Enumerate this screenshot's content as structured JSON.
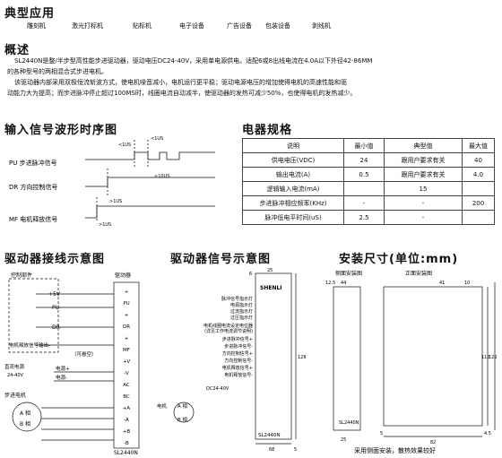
{
  "apps": {
    "title": "典型应用",
    "items": [
      "雕刻机",
      "激光打标机",
      "贴标机",
      "电子设备",
      "广告设备",
      "包装设备",
      "剥线机"
    ]
  },
  "overview": {
    "title": "概述",
    "lines": [
      "SL2440N是整/半步型高性能步进驱动器，驱动电压DC24-40V，采用单电源供电。适配6或8出线电流在4.0A以下外径42-86MM",
      "的各种型号的两相混合式步进电机。",
      "该驱动器内部采用双极恒流斩波方式，使电机噪音减小，电机运行更平稳；驱动电源电压的增加使得电机的高速性能和驱",
      "动能力大为提高；而步进脉冲停止超过100MS时，线圈电流自动减半，使驱动器的发热可减少50%，也使得电机的发热减少。"
    ]
  },
  "timing": {
    "title": "输入信号波形时序图",
    "pu_label": "PU 步进脉冲信号",
    "dr_label": "DR 方向控制信号",
    "mf_label": "MF 电机释放信号",
    "t1": "<1US",
    "t2": "<1US",
    "t3": "≥10US",
    "t4": ">1US",
    "t5": ">1US"
  },
  "spec": {
    "title": "电器规格",
    "headers": [
      "说明",
      "最小值",
      "典型值",
      "最大值"
    ],
    "rows": [
      [
        "供电电压(VDC)",
        "24",
        "跟用户要求有关",
        "40"
      ],
      [
        "输出电流(A)",
        "0.5",
        "跟用户要求有关",
        "4.0"
      ],
      [
        "逻辑输入电流(mA)",
        "",
        "15",
        ""
      ],
      [
        "步进脉冲相应频率(KHz)",
        "-",
        "-",
        "200"
      ],
      [
        "脉冲低电平时间(uS)",
        "2.5",
        "-",
        ""
      ]
    ]
  },
  "wiring": {
    "title": "驱动器接线示意图",
    "control": "控制部件",
    "driver": "驱动器",
    "plus5v": "+5V",
    "pu": "PU-",
    "dr": "DR-",
    "mf": "电机释放信号输出-",
    "optional": "（可悬空）",
    "dc_supply": "直流电源",
    "dc_range": "24-40V",
    "pos": "电源+",
    "neg": "电源-",
    "motor": "步进电机",
    "phase_a": "A 相",
    "phase_b": "B 相",
    "terminals": [
      "+",
      "PU",
      "+",
      "DR",
      "+",
      "MF",
      "+V",
      "-V",
      "AC",
      "BC",
      "+A",
      "-A",
      "+B",
      "-B"
    ],
    "model": "SL2440N"
  },
  "signal": {
    "title": "驱动器信号示意图",
    "brand": "SHENLI",
    "labels": [
      "脉冲信号指示灯",
      "电源指示灯",
      "过流指示灯",
      "过压指示灯",
      "电机线圈电流设定电位器",
      "(详见工作电流调节说明)",
      "步进脉冲信号+",
      "步进脉冲信号-",
      "方向控制信号+",
      "方向控制信号-",
      "电机释放信号+",
      "电机释放信号-"
    ],
    "dc": "DC24-40V",
    "motor": "电机",
    "phase_a": "A 相",
    "phase_b": "B 相",
    "model": "SL2440N",
    "dims": [
      "25",
      "6",
      "128",
      "68",
      "5"
    ]
  },
  "install": {
    "title": "安装尺寸(单位:mm)",
    "side": "侧面安装图",
    "front": "正面安装图",
    "model": "SL2440N",
    "dims": [
      "12.5",
      "44",
      "25",
      "41",
      "10",
      "112",
      "122",
      "5",
      "82",
      "4.5"
    ],
    "note": "采用侧面安装，散热效果较好"
  }
}
